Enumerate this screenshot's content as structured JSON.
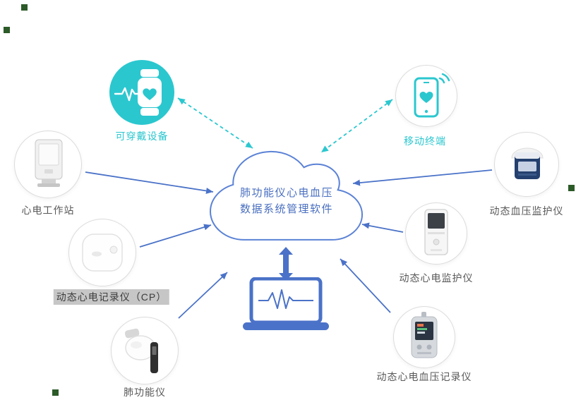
{
  "diagram_title": "肺功能仪心电血压数据系统管理软件",
  "cloud": {
    "line1": "肺功能仪心电血压",
    "line2": "数据系统管理软件"
  },
  "nodes": {
    "wearable": {
      "label": "可穿戴设备",
      "icon": "smartwatch-icon"
    },
    "mobile": {
      "label": "移动终端",
      "icon": "smartphone-icon"
    },
    "ecg_workstation": {
      "label": "心电工作站",
      "icon": "ecg-workstation-device-image"
    },
    "ecg_recorder_cp": {
      "label": "动态心电记录仪（CP）",
      "icon": "holter-recorder-device-image"
    },
    "spirometer": {
      "label": "肺功能仪",
      "icon": "spirometer-device-image"
    },
    "bp_monitor": {
      "label": "动态血压监护仪",
      "icon": "bp-monitor-device-image"
    },
    "ecg_monitor": {
      "label": "动态心电监护仪",
      "icon": "ecg-monitor-device-image"
    },
    "ecg_bp_recorder": {
      "label": "动态心电血压记录仪",
      "icon": "ecg-bp-recorder-device-image"
    }
  },
  "laptop": {
    "icon": "laptop-ecg-icon"
  },
  "colors": {
    "teal": "#2bc7cf",
    "line_blue": "#4a72c8",
    "cloud_stroke": "#5b82d6",
    "cloud_text": "#4a6fc0",
    "label_gray": "#595959",
    "highlight_bg": "#c6c6c6"
  }
}
